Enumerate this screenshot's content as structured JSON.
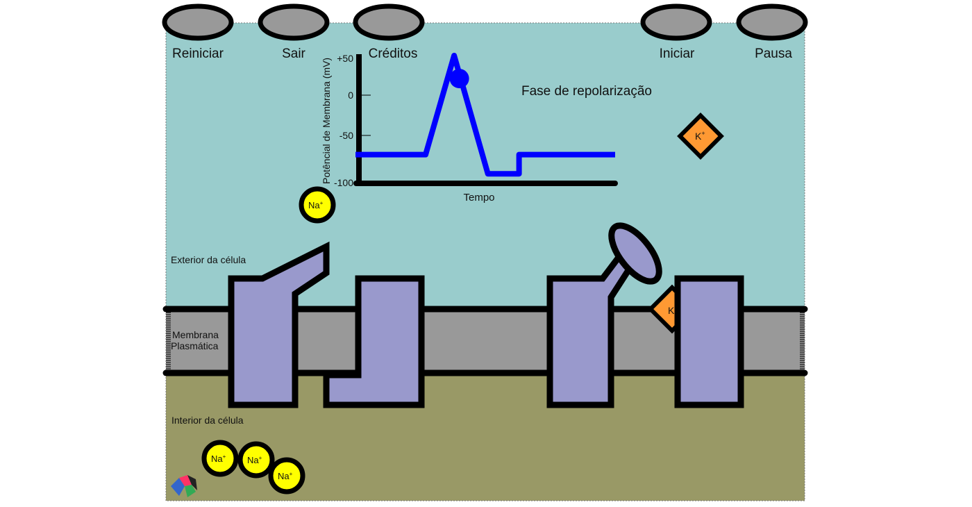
{
  "controls": {
    "reiniciar": "Reiniciar",
    "sair": "Sair",
    "creditos": "Créditos",
    "iniciar": "Iniciar",
    "pausa": "Pausa"
  },
  "labels": {
    "exterior": "Exterior da célula",
    "membrana_line1": "Membrana",
    "membrana_line2": "Plasmática",
    "interior": "Interior da célula",
    "phase": "Fase de repolarização"
  },
  "chart_data": {
    "type": "line",
    "xlabel": "Tempo",
    "ylabel": "Potêncial de Membrana (mV)",
    "yticks": [
      "+50",
      "0",
      "-50",
      "-100"
    ],
    "ylim": [
      -100,
      50
    ],
    "series": [
      {
        "values": [
          -70,
          -70,
          50,
          -90,
          -90,
          -70,
          -70
        ]
      }
    ],
    "x": [
      0,
      0.27,
      0.38,
      0.51,
      0.63,
      0.63,
      1.0
    ],
    "marker": {
      "x": 0.4,
      "y": 21
    }
  },
  "ions": {
    "na": "Na",
    "k": "K",
    "plus": "+"
  },
  "colors": {
    "extracellular": "#99cccc",
    "intracellular": "#999966",
    "membrane": "#999999",
    "channel": "#9999cc",
    "sodium": "#ffff00",
    "potassium": "#ff9933",
    "trace": "#0000ff"
  }
}
